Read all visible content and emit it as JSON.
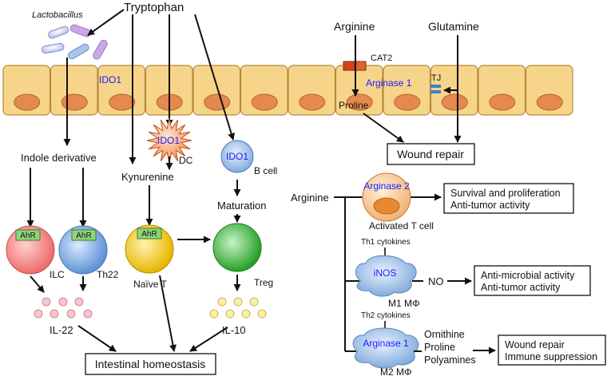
{
  "colors": {
    "cell_fill": "#f6d58a",
    "cell_stroke": "#b8883a",
    "nucleus": "#e58a4e",
    "enzyme_text": "#1a1aff",
    "ilc": "#f27b7b",
    "th22": "#6fa3df",
    "naive_t": "#f3c613",
    "treg": "#3cb23c",
    "ahr_box": "#8fd47a",
    "cat2": "#cc3311",
    "il22_dot": "#e89aa6",
    "il10_dot": "#f1dc78"
  },
  "labels": {
    "lactobacillus": "Lactobacillus",
    "tryptophan": "Tryptophan",
    "arginine_top": "Arginine",
    "glutamine": "Glutamine",
    "cat2": "CAT2",
    "tj": "TJ",
    "ido1_epi": "IDO1",
    "arginase1_epi": "Arginase 1",
    "proline_epi": "Proline",
    "wound_repair_top": "Wound repair",
    "ido1_dc": "IDO1",
    "dc": "DC",
    "ido1_b": "IDO1",
    "b_cell": "B cell",
    "indole": "Indole derivative",
    "kynurenine": "Kynurenine",
    "maturation": "Maturation",
    "ahr": "AhR",
    "ilc": "ILC",
    "th22": "Th22",
    "naive_t": "Naïve T",
    "treg": "Treg",
    "il22": "IL-22",
    "il10": "IL-10",
    "intestinal": "Intestinal homeostasis",
    "arginine_mid": "Arginine",
    "arginase2": "Arginase 2",
    "activated_t": "Activated T cell",
    "survival": "Survival and proliferation",
    "antitumor1": "Anti-tumor activity",
    "th1": "Th1 cytokines",
    "inos": "iNOS",
    "no": "NO",
    "m1": "M1 MΦ",
    "antimicrobial": "Anti-microbial activity",
    "antitumor2": "Anti-tumor activity",
    "th2": "Th2 cytokines",
    "arginase1_m2": "Arginase 1",
    "ornithine": "Ornithine",
    "proline_m2": "Proline",
    "polyamines": "Polyamines",
    "m2": "M2 MΦ",
    "wound_repair_bottom": "Wound repair",
    "immune_suppression": "Immune suppression"
  }
}
